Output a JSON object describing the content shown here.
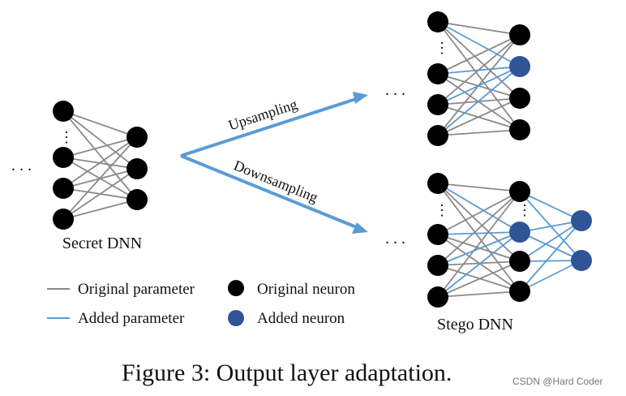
{
  "colors": {
    "original_parameter": "#8a8a8a",
    "added_parameter": "#5b9bd5",
    "original_neuron": "#000000",
    "added_neuron": "#2f5597",
    "arrow": "#5b9bd5",
    "text": "#111111"
  },
  "labels": {
    "secret_dnn": "Secret DNN",
    "stego_dnn": "Stego DNN",
    "upsampling": "Upsampling",
    "downsampling": "Downsampling",
    "ellipsis": ". . .",
    "vertical_ellipsis": "⋮"
  },
  "legend": {
    "original_parameter": "Original parameter",
    "added_parameter": "Added parameter",
    "original_neuron": "Original neuron",
    "added_neuron": "Added neuron"
  },
  "caption": "Figure 3: Output layer adaptation.",
  "watermark": "CSDN @Hard Coder"
}
